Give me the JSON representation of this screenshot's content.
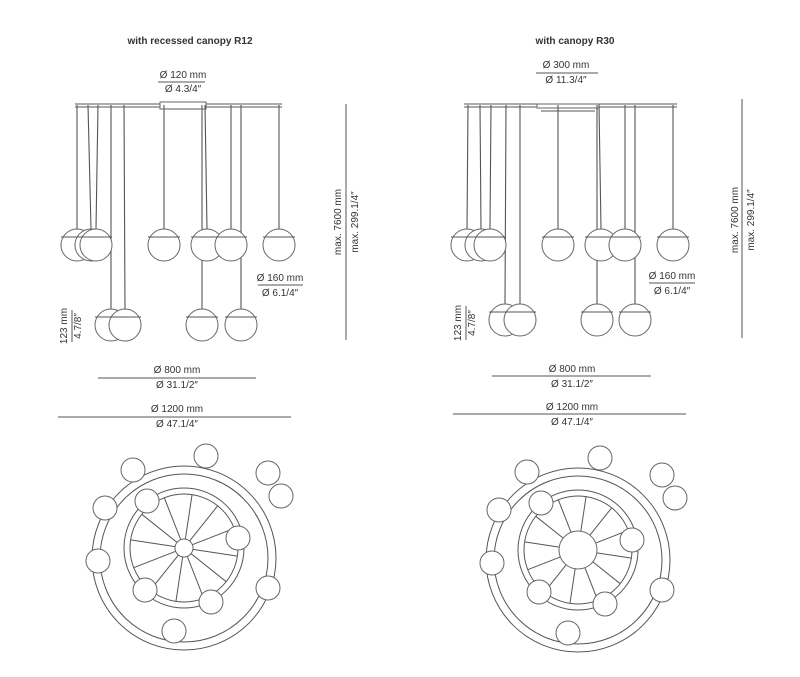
{
  "panels": [
    {
      "title": "with recessed canopy R12",
      "canopy_mm": "Ø 120 mm",
      "canopy_in": "Ø 4.3/4″",
      "max_mm": "max. 7600 mm",
      "max_in": "max. 299.1/4″",
      "globe_mm": "Ø 160 mm",
      "globe_in": "Ø 6.1/4″",
      "drop_mm": "123 mm",
      "drop_in": "4.7/8″",
      "inner_mm": "Ø 800 mm",
      "inner_in": "Ø 31.1/2″",
      "outer_mm": "Ø 1200 mm",
      "outer_in": "Ø 47.1/4″"
    },
    {
      "title": "with canopy R30",
      "canopy_mm": "Ø 300 mm",
      "canopy_in": "Ø 11.3/4″",
      "max_mm": "max. 7600 mm",
      "max_in": "max. 299.1/4″",
      "globe_mm": "Ø 160 mm",
      "globe_in": "Ø 6.1/4″",
      "drop_mm": "123 mm",
      "drop_in": "4.7/8″",
      "inner_mm": "Ø 800 mm",
      "inner_in": "Ø 31.1/2″",
      "outer_mm": "Ø 1200 mm",
      "outer_in": "Ø 47.1/4″"
    }
  ],
  "colors": {
    "line": "#555555",
    "text": "#333333"
  }
}
